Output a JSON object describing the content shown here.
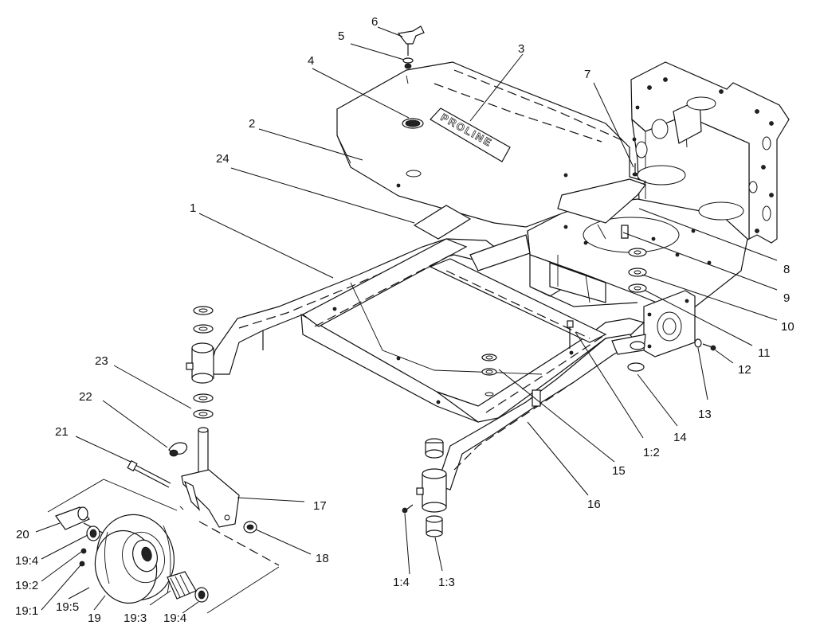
{
  "drawing": {
    "decal_text": "PROLINE",
    "callouts": [
      {
        "id": "c1",
        "label": "1"
      },
      {
        "id": "c2",
        "label": "2"
      },
      {
        "id": "c3",
        "label": "3"
      },
      {
        "id": "c4",
        "label": "4"
      },
      {
        "id": "c5",
        "label": "5"
      },
      {
        "id": "c6",
        "label": "6"
      },
      {
        "id": "c7",
        "label": "7"
      },
      {
        "id": "c8",
        "label": "8"
      },
      {
        "id": "c9",
        "label": "9"
      },
      {
        "id": "c10",
        "label": "10"
      },
      {
        "id": "c11",
        "label": "11"
      },
      {
        "id": "c12",
        "label": "12"
      },
      {
        "id": "c13",
        "label": "13"
      },
      {
        "id": "c14",
        "label": "14"
      },
      {
        "id": "c15",
        "label": "15"
      },
      {
        "id": "c16",
        "label": "16"
      },
      {
        "id": "c17",
        "label": "17"
      },
      {
        "id": "c18",
        "label": "18"
      },
      {
        "id": "c19",
        "label": "19"
      },
      {
        "id": "c20",
        "label": "20"
      },
      {
        "id": "c21",
        "label": "21"
      },
      {
        "id": "c22",
        "label": "22"
      },
      {
        "id": "c23",
        "label": "23"
      },
      {
        "id": "c24",
        "label": "24"
      },
      {
        "id": "c1_2",
        "label": "1:2"
      },
      {
        "id": "c1_3",
        "label": "1:3"
      },
      {
        "id": "c1_4",
        "label": "1:4"
      },
      {
        "id": "c19_1",
        "label": "19:1"
      },
      {
        "id": "c19_2",
        "label": "19:2"
      },
      {
        "id": "c19_3",
        "label": "19:3"
      },
      {
        "id": "c19_4a",
        "label": "19:4"
      },
      {
        "id": "c19_4b",
        "label": "19:4"
      },
      {
        "id": "c19_5",
        "label": "19:5"
      }
    ]
  }
}
